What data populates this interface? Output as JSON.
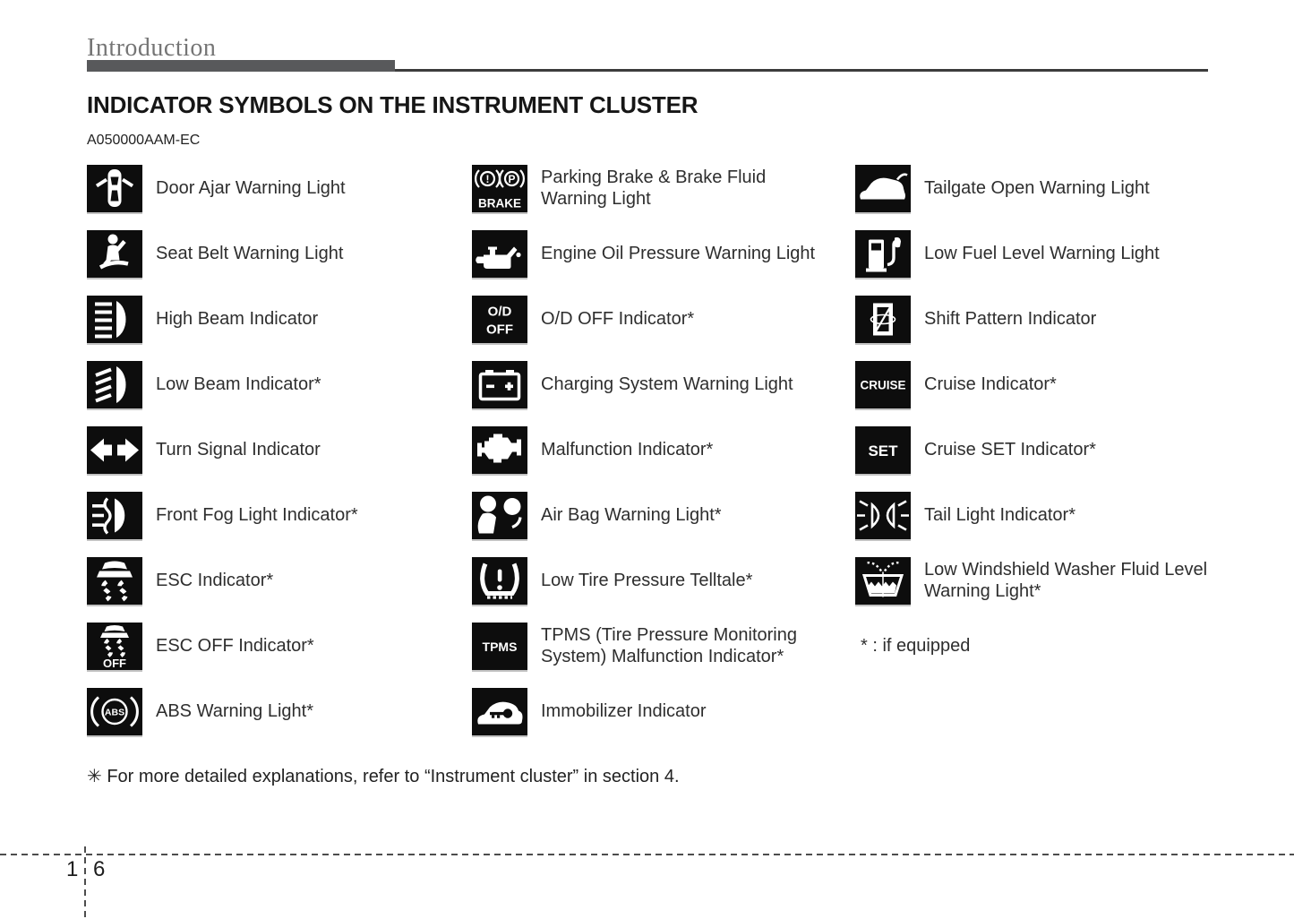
{
  "header": {
    "section": "Introduction"
  },
  "page": {
    "title": "INDICATOR SYMBOLS ON THE INSTRUMENT CLUSTER",
    "code": "A050000AAM-EC",
    "note": "✳ For more detailed explanations, refer to “Instrument cluster” in section 4.",
    "page_number": {
      "chapter": "1",
      "page": "6"
    }
  },
  "colors": {
    "tile_bg": "#0d0d0d",
    "tile_fg": "#ffffff",
    "header_bar": "#58595b"
  },
  "columns": [
    {
      "items": [
        {
          "icon": "door-ajar-icon",
          "label": "Door Ajar Warning Light"
        },
        {
          "icon": "seat-belt-icon",
          "label": "Seat Belt Warning Light"
        },
        {
          "icon": "high-beam-icon",
          "label": "High Beam Indicator"
        },
        {
          "icon": "low-beam-icon",
          "label": "Low Beam Indicator*"
        },
        {
          "icon": "turn-signal-icon",
          "label": "Turn Signal Indicator"
        },
        {
          "icon": "front-fog-light-icon",
          "label": "Front Fog Light Indicator*"
        },
        {
          "icon": "esc-icon",
          "label": "ESC Indicator*"
        },
        {
          "icon": "esc-off-icon",
          "label": "ESC OFF Indicator*",
          "icon_texts": [
            "OFF"
          ]
        },
        {
          "icon": "abs-icon",
          "label": "ABS Warning Light*",
          "icon_texts": [
            "ABS"
          ]
        }
      ]
    },
    {
      "items": [
        {
          "icon": "parking-brake-icon",
          "label": "Parking Brake & Brake Fluid Warning Light",
          "icon_texts": [
            "!",
            "P",
            "BRAKE"
          ]
        },
        {
          "icon": "engine-oil-icon",
          "label": "Engine Oil Pressure Warning Light"
        },
        {
          "icon": "od-off-icon",
          "label": "O/D OFF Indicator*",
          "icon_texts": [
            "O/D",
            "OFF"
          ]
        },
        {
          "icon": "charging-system-icon",
          "label": "Charging System Warning Light"
        },
        {
          "icon": "malfunction-icon",
          "label": "Malfunction Indicator*"
        },
        {
          "icon": "air-bag-icon",
          "label": "Air Bag Warning Light*"
        },
        {
          "icon": "low-tire-pressure-icon",
          "label": "Low Tire Pressure Telltale*"
        },
        {
          "icon": "tpms-icon",
          "label": "TPMS (Tire Pressure Monitoring System) Malfunction Indicator*",
          "icon_texts": [
            "TPMS"
          ]
        },
        {
          "icon": "immobilizer-icon",
          "label": "Immobilizer Indicator"
        }
      ]
    },
    {
      "items": [
        {
          "icon": "tailgate-open-icon",
          "label": "Tailgate Open Warning Light"
        },
        {
          "icon": "low-fuel-icon",
          "label": "Low Fuel Level Warning Light"
        },
        {
          "icon": "shift-pattern-icon",
          "label": "Shift Pattern Indicator"
        },
        {
          "icon": "cruise-icon",
          "label": "Cruise Indicator*",
          "icon_texts": [
            "CRUISE"
          ]
        },
        {
          "icon": "cruise-set-icon",
          "label": "Cruise SET Indicator*",
          "icon_texts": [
            "SET"
          ]
        },
        {
          "icon": "tail-light-icon",
          "label": "Tail Light Indicator*"
        },
        {
          "icon": "washer-fluid-icon",
          "label": "Low Windshield Washer Fluid Level Warning Light*"
        },
        {
          "icon": null,
          "label": "* : if equipped"
        }
      ]
    }
  ]
}
